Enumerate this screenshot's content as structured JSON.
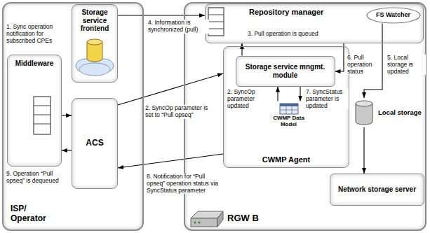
{
  "diagram": {
    "nodes": [
      {
        "text": [
          "ISP/ Operator"
        ]
      },
      {
        "text": [
          "Middleware"
        ],
        "in": 0
      },
      {
        "text": [
          "Storage service frontend"
        ],
        "in": 0
      },
      {
        "text": [
          "ACS"
        ],
        "in": 0
      },
      {
        "text": [
          "RGW B"
        ]
      },
      {
        "text": [
          "Repository manager"
        ],
        "in": 4
      },
      {
        "text": [
          "FS Watcher"
        ],
        "in": 5
      },
      {
        "text": [
          "CWMP Agent"
        ],
        "in": 4
      },
      {
        "text": [
          "Storage service mngmt. module"
        ],
        "in": 7
      },
      {
        "text": [
          "CWMP Data Model"
        ],
        "in": 7
      },
      {
        "text": [
          "Local storage"
        ],
        "in": 4
      },
      {
        "text": [
          "Network storage server"
        ],
        "in": 4
      }
    ],
    "edges": [
      {
        "from": 1,
        "to": 3,
        "arrow": "to",
        "label": "1. Sync operation notification for subscribed CPEs"
      },
      {
        "from": 3,
        "to": 7,
        "arrow": "to",
        "label": "2. SyncOp parameter is set to “Pull opseq”"
      },
      {
        "from": 9,
        "to": 8,
        "arrow": "to",
        "label": "2. SyncOp parameter updated"
      },
      {
        "from": 8,
        "to": 5,
        "arrow": "to",
        "label": "3. Pull operation is queued"
      },
      {
        "from": 2,
        "to": 5,
        "arrow": "to",
        "label": "4. Information is synchronized (pull)"
      },
      {
        "from": 6,
        "to": 10,
        "arrow": "to",
        "label": "5. Local storage is updated"
      },
      {
        "from": 5,
        "to": 8,
        "arrow": "to",
        "label": "6. Pull operation status"
      },
      {
        "from": 8,
        "to": 9,
        "arrow": "to",
        "label": "7. SyncStatus parameter is updated"
      },
      {
        "from": 7,
        "to": 3,
        "arrow": "to",
        "label": "8. Notification for “Pull opseq” operation status via SyncStatus parameter"
      },
      {
        "from": 3,
        "to": 1,
        "arrow": "to",
        "label": "9. Operation “Pull opseq” is dequeued"
      },
      {
        "from": 10,
        "to": 11,
        "arrow": "to"
      }
    ]
  }
}
